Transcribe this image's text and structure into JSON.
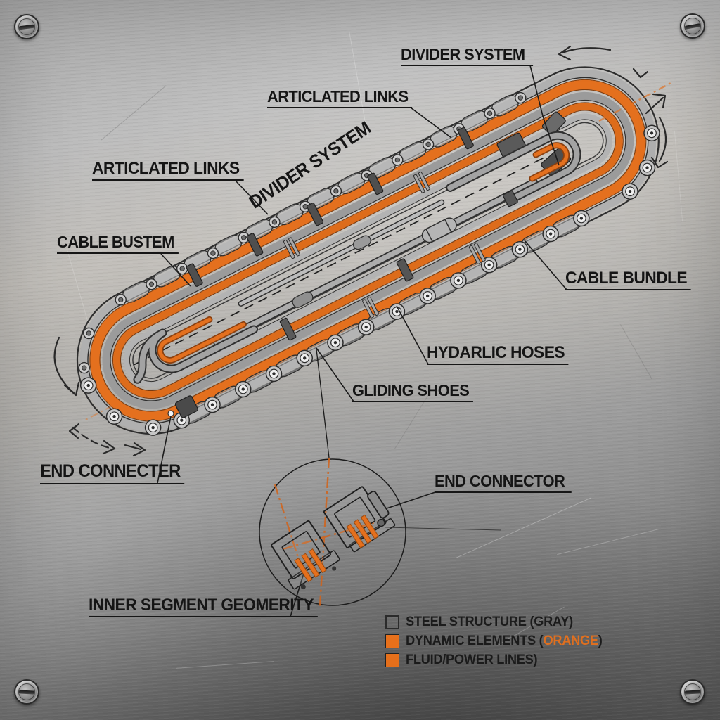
{
  "title": "Cable drag chain (energy chain) technical diagram on brushed steel panel",
  "labels": {
    "divider_system_top": "DIVIDER SYSTEM",
    "articulated_links_top": "ARTICLATED LINKS",
    "articulated_links_left": "ARTICLATED LINKS",
    "divider_system_rotated": "DIVIDER SYSTEM",
    "cable_bustem": "CABLE BUSTEM",
    "cable_bundle": "CABLE BUNDLE",
    "hydarlic_hoses": "HYDARLIC HOSES",
    "gliding_shoes": "GLIDING SHOES",
    "end_connecter": "END CONNECTER",
    "end_connector_inset": "END CONNECTOR",
    "inner_segment_geometry": "INNER SEGMENT GEOMERITY"
  },
  "legend": {
    "items": [
      {
        "swatch": "gray-outline",
        "text": "STEEL STRUCTURE (GRAY)"
      },
      {
        "swatch": "orange",
        "prefix": "DYNAMIC ELEMENTS (",
        "highlight": "ORANGE",
        "suffix": ")"
      },
      {
        "swatch": "orange",
        "text": "FLUID/POWER LINES)"
      }
    ]
  },
  "icons": {
    "corner_fastener": "slotted-screw-icon"
  },
  "colors": {
    "accent_orange": "#E4701E",
    "accent_orange_deep": "#D2631A",
    "steel_gray": "#A9A9A9",
    "ink": "#1B1B1B"
  }
}
